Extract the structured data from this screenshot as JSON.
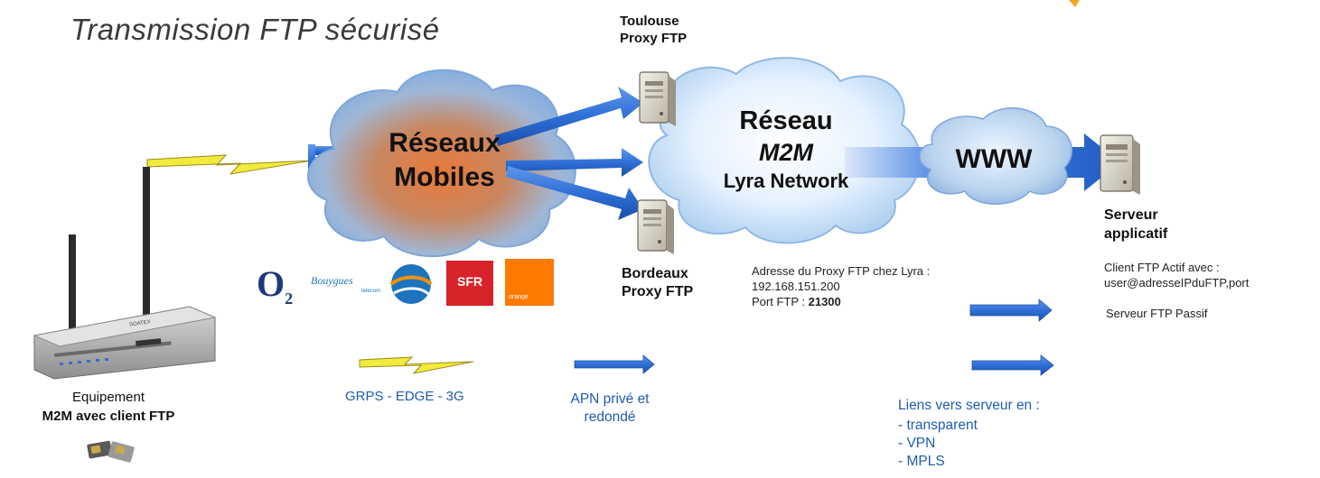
{
  "title": "Transmission FTP sécurisé",
  "clouds": {
    "mobile": {
      "line1": "Réseaux",
      "line2": "Mobiles"
    },
    "m2m": {
      "line1": "Réseau",
      "line2": "M2M",
      "line3": "Lyra Network"
    },
    "www": {
      "label": "WWW"
    }
  },
  "proxies": {
    "toulouse": {
      "line1": "Toulouse",
      "line2": "Proxy FTP"
    },
    "bordeaux": {
      "line1": "Bordeaux",
      "line2": "Proxy FTP"
    }
  },
  "server": {
    "line1": "Serveur",
    "line2": "applicatif",
    "client_line1": "Client FTP Actif avec :",
    "client_line2": "user@adresseIPduFTP,port",
    "passive": "Serveur FTP Passif"
  },
  "proxy_address": {
    "line1": "Adresse du Proxy FTP chez Lyra :",
    "ip": "192.168.151.200",
    "port_label": "Port FTP : ",
    "port_value": "21300"
  },
  "device": {
    "line1": "Equipement",
    "line2": "M2M avec client FTP",
    "brand": "SOATEX"
  },
  "operators": {
    "o2": "O",
    "o2_sub": "2",
    "bouygues": "Bouygues",
    "bouygues_sub": "telecom",
    "sfr": "SFR",
    "orange": "orange"
  },
  "legend": {
    "radio": "GRPS - EDGE - 3G",
    "apn_line1": "APN privé et",
    "apn_line2": "redondé",
    "links_title": "Liens vers serveur en :",
    "links": [
      "- transparent",
      "- VPN",
      "- MPLS"
    ]
  },
  "colors": {
    "arrow_blue": "#2f6fd6",
    "text_blue": "#1f5bb3",
    "lightning": "#f2ea3c",
    "sfr_red": "#d8232a",
    "orange": "#ff7900"
  }
}
